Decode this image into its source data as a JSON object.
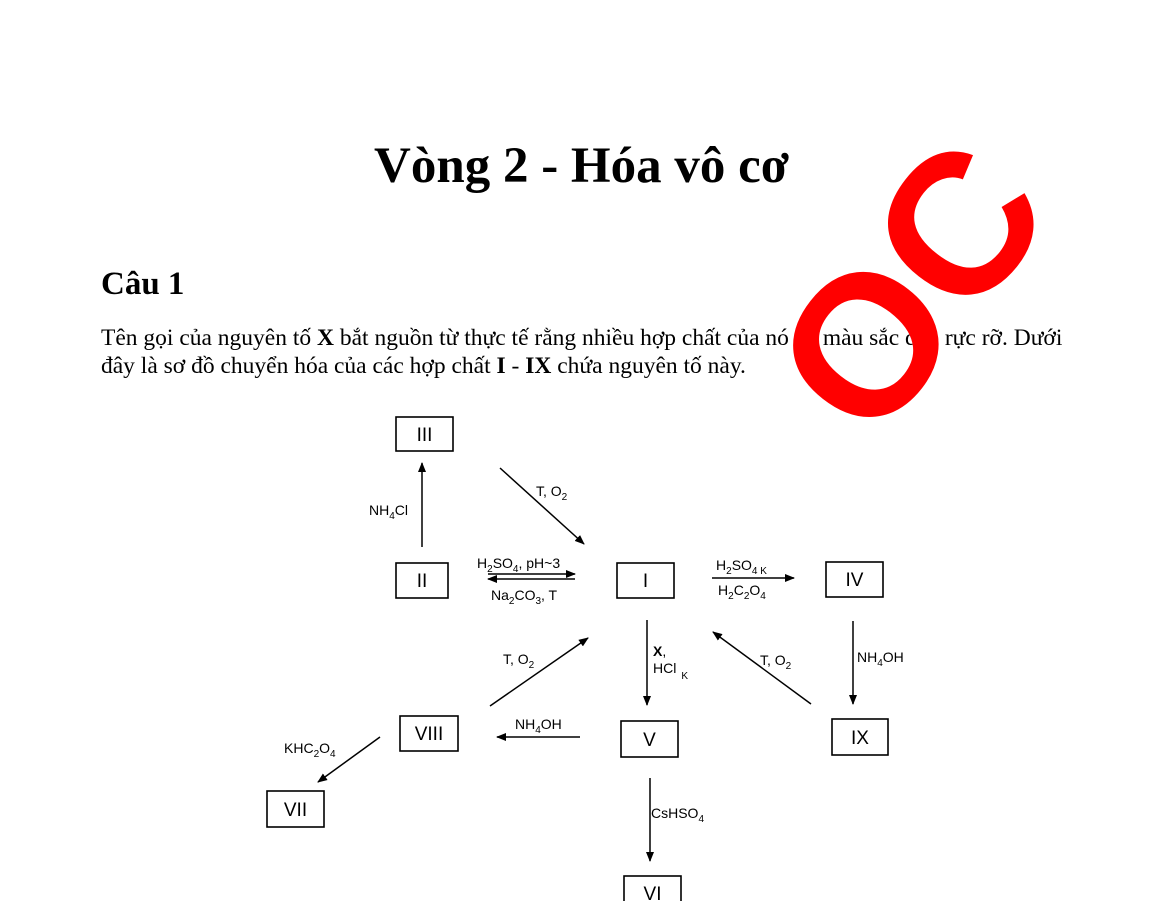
{
  "document": {
    "title": "Vòng 2 - Hóa vô cơ",
    "section": "Câu 1",
    "paragraph": {
      "t1": "Tên gọi của nguyên tố ",
      "x": "X",
      "t2": " bắt nguồn từ thực tế rằng nhiều hợp chất của nó có màu sắc đẹp rực rỡ. Dưới đây là sơ đồ chuyển hóa của các hợp chất ",
      "i": "I",
      "dash": " - ",
      "ix": "IX",
      "t3": " chứa nguyên tố này."
    }
  },
  "watermark": {
    "text": "OC",
    "color": "#ff0000"
  },
  "diagram": {
    "nodes": {
      "I": "I",
      "II": "II",
      "III": "III",
      "IV": "IV",
      "V": "V",
      "VI": "VI",
      "VII": "VII",
      "VIII": "VIII",
      "IX": "IX"
    },
    "labels": {
      "ii_iii": {
        "main": "NH",
        "sub": "4",
        "tail": "Cl"
      },
      "iii_i": {
        "main": "T, O",
        "sub": "2"
      },
      "ii_i": {
        "a": "H",
        "a_sub": "2",
        "b": "SO",
        "b_sub": "4",
        "c": ", pH~3"
      },
      "i_ii": {
        "a": "Na",
        "a_sub": "2",
        "b": "CO",
        "b_sub": "3",
        "c": ", T"
      },
      "i_iv_top": {
        "a": "H",
        "a_sub": "2",
        "b": "SO",
        "b_sub": "4 K"
      },
      "i_iv_bottom": {
        "a": "H",
        "a_sub": "2",
        "b": "C",
        "b_sub": "2",
        "c": "O",
        "c_sub": "4"
      },
      "iv_ix": {
        "main": "NH",
        "sub": "4",
        "tail": "OH"
      },
      "ix_i": {
        "main": "T, O",
        "sub": "2"
      },
      "i_v_x": "X",
      "i_v_comma": ",",
      "i_v_hcl": {
        "main": "HCl",
        "sub": "K"
      },
      "v_viii": {
        "main": "NH",
        "sub": "4",
        "tail": "OH"
      },
      "viii_i": {
        "main": "T, O",
        "sub": "2"
      },
      "viii_vii": {
        "a": "KHC",
        "a_sub": "2",
        "b": "O",
        "b_sub": "4"
      },
      "v_vi": {
        "main": "CsHSO",
        "sub": "4"
      }
    }
  }
}
